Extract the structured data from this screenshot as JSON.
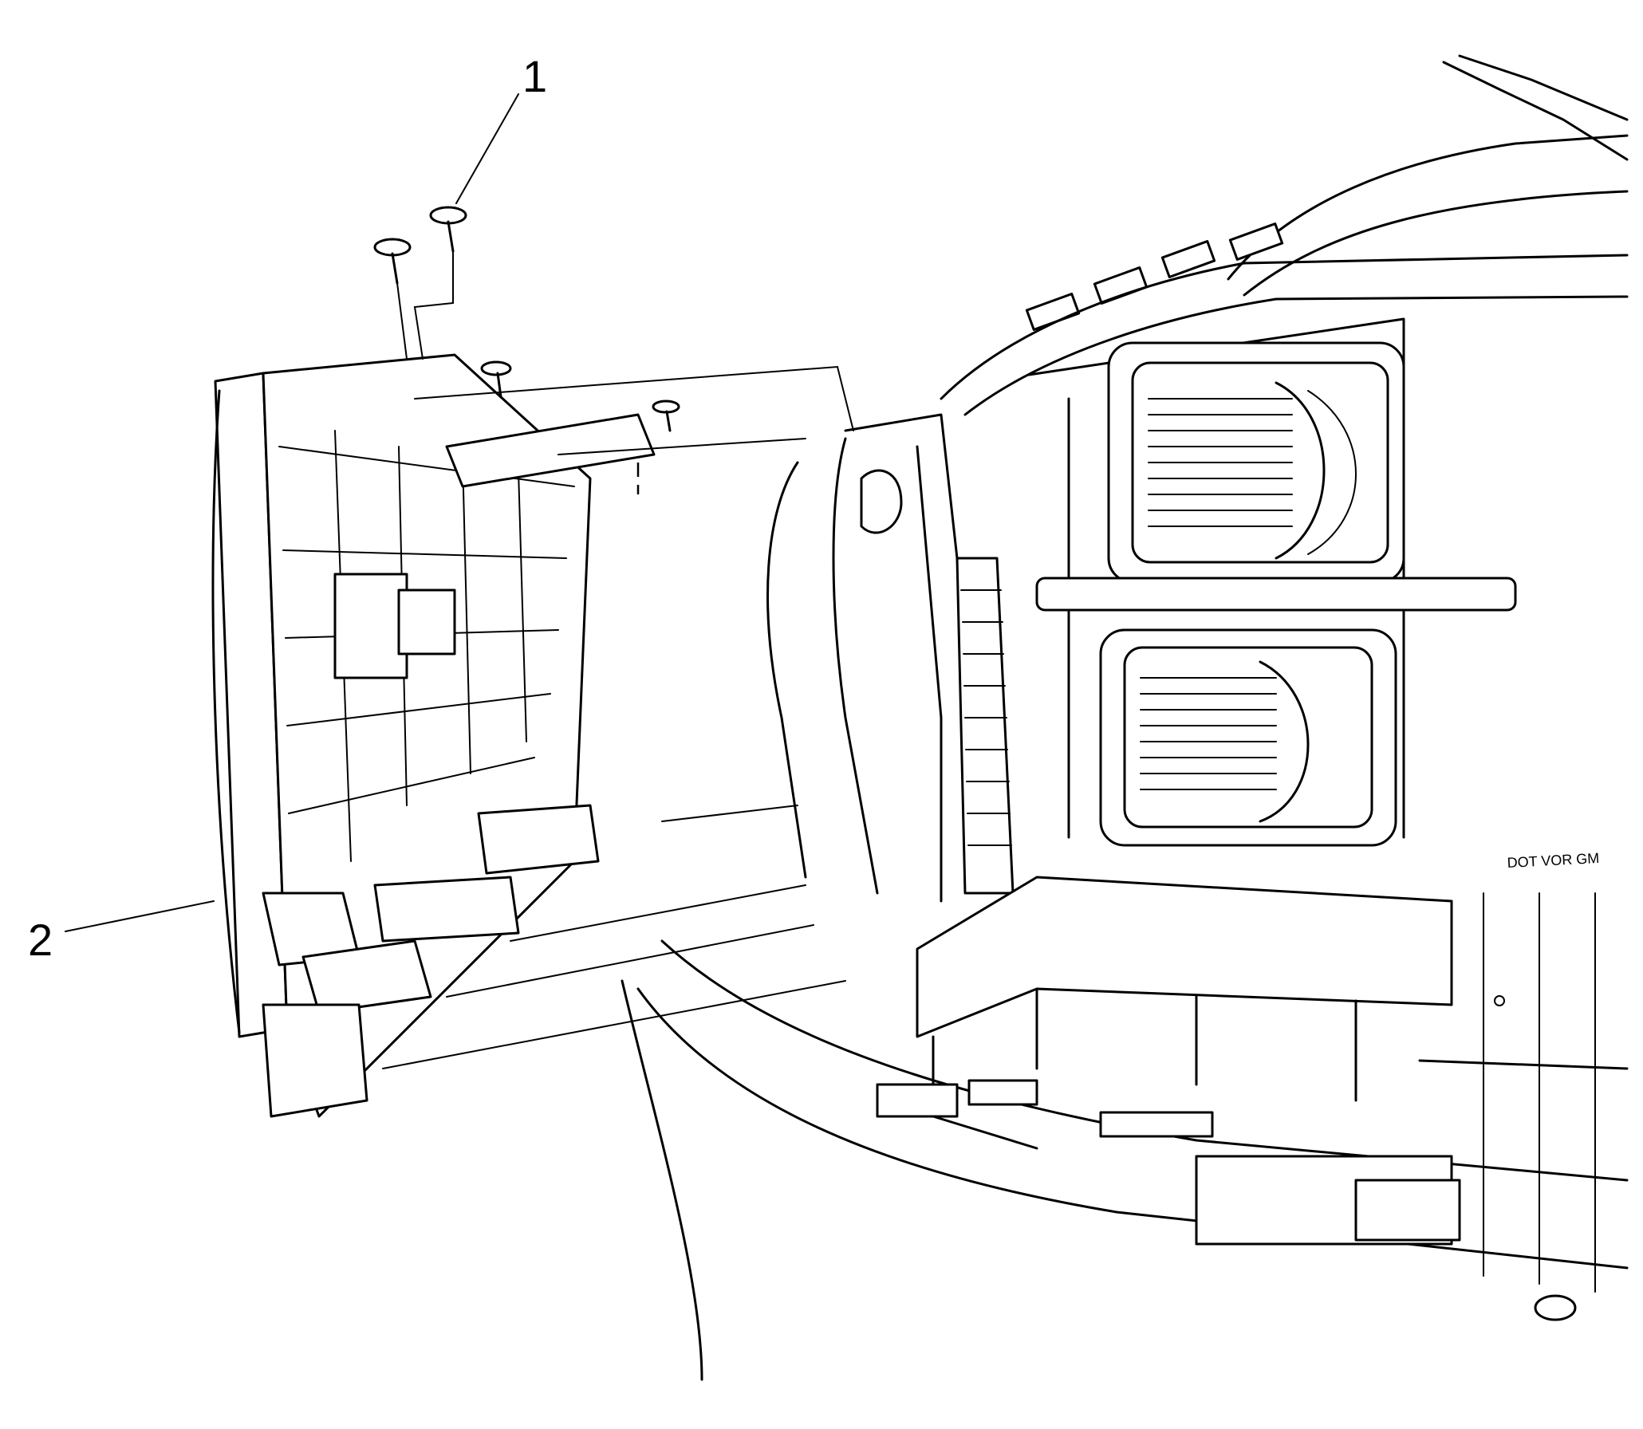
{
  "callouts": [
    {
      "id": "1",
      "label": "1"
    },
    {
      "id": "2",
      "label": "2"
    }
  ],
  "stamp_text": "DOT VOR GM"
}
